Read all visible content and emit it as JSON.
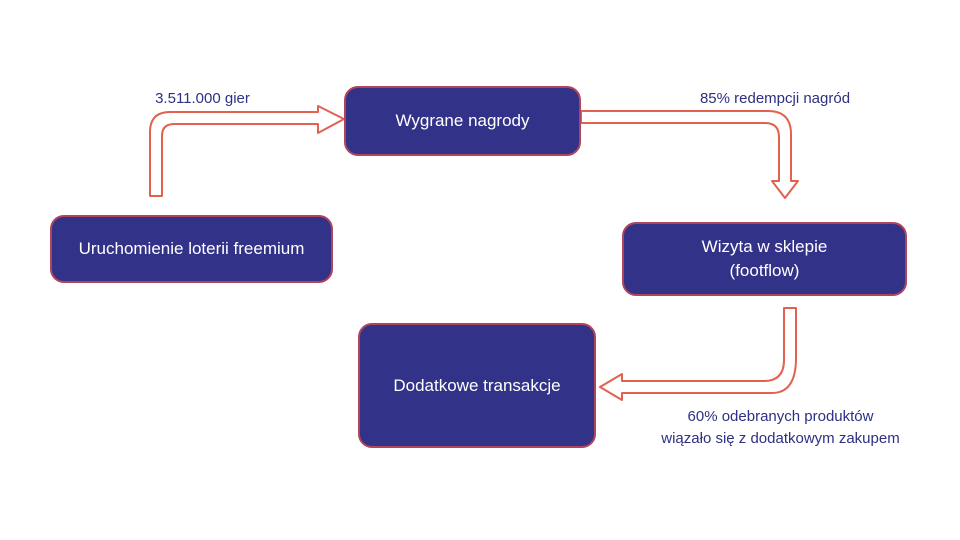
{
  "diagram": {
    "colors": {
      "background": "#ffffff",
      "box_fill": "#333289",
      "box_border": "#b04459",
      "arrow_stroke": "#e2614f",
      "arrow_fill": "#ffffff",
      "label_text": "#2e3082",
      "box_text": "#ffffff"
    },
    "nodes": {
      "launch": {
        "label": "Uruchomienie loterii freemium"
      },
      "prizes": {
        "label": "Wygrane nagrody"
      },
      "store": {
        "label_line1": "Wizyta w sklepie",
        "label_line2": "(footflow)"
      },
      "transactions": {
        "label": "Dodatkowe transakcje"
      }
    },
    "edges": {
      "launch_to_prizes": {
        "label": "3.511.000 gier"
      },
      "prizes_to_store": {
        "label": "85% redempcji nagród"
      },
      "store_to_transactions": {
        "label_line1": "60% odebranych produktów",
        "label_line2": "wiązało się z dodatkowym zakupem"
      }
    }
  }
}
